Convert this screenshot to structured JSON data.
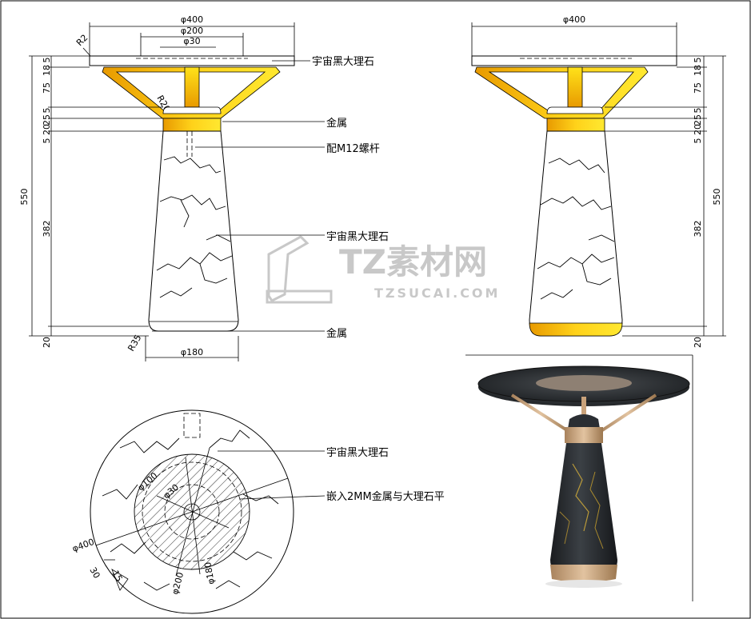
{
  "drawing": {
    "front_view": {
      "top_dims": [
        "φ400",
        "φ200",
        "φ30"
      ],
      "radius_top": "R2",
      "radius_weld": "R20",
      "radius_base": "R35",
      "base_dim": "φ180",
      "left_dims": [
        "5",
        "18",
        "75",
        "5",
        "25",
        "20",
        "5",
        "382",
        "20"
      ],
      "total_height": "550",
      "labels": {
        "top_material": "宇宙黑大理石",
        "metal_1": "金属",
        "rod": "配M12螺杆",
        "body_material": "宇宙黑大理石",
        "metal_2": "金属"
      }
    },
    "side_view": {
      "top_dim": "φ400",
      "right_dims": [
        "5",
        "18",
        "75",
        "5",
        "25",
        "20",
        "5",
        "382",
        "20"
      ],
      "total_height": "550"
    },
    "plan_view": {
      "dims": [
        "φ400",
        "φ100",
        "φ30",
        "φ200",
        "φ180",
        "30",
        "15"
      ],
      "labels": {
        "top_material": "宇宙黑大理石",
        "inlay": "嵌入2MM金属与大理石平"
      }
    }
  },
  "watermark": {
    "brand": "TZ素材网",
    "url": "TZSUCAI.COM"
  },
  "colors": {
    "gold_dark": "#e8a100",
    "gold_light": "#ffe21a",
    "marble_photo": "#2a2e33",
    "brass_photo": "#c9a27a"
  }
}
